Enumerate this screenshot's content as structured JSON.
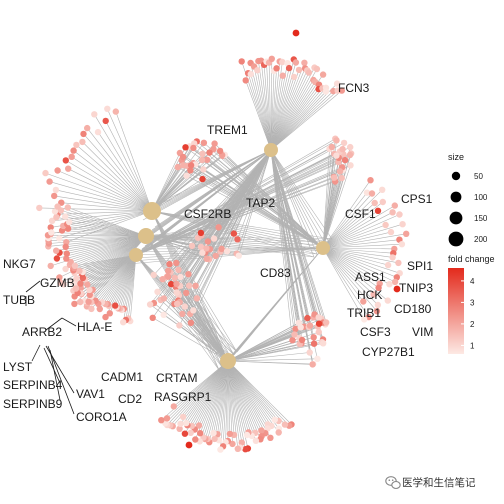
{
  "chart_data": {
    "type": "network",
    "hubs": [
      {
        "id": "h1",
        "leaves": 42
      },
      {
        "id": "h2",
        "leaves": 26
      },
      {
        "id": "h3",
        "leaves": 44
      },
      {
        "id": "h4",
        "leaves": 34
      },
      {
        "id": "h5",
        "leaves": 60
      },
      {
        "id": "h6",
        "leaves": 40
      }
    ],
    "gene_labels": [
      "FCN3",
      "TREM1",
      "CSF2RB",
      "TAP2",
      "CPS1",
      "CSF1",
      "SPI1",
      "ASS1",
      "TNIP3",
      "HCK",
      "CD180",
      "TRIB1",
      "CSF3",
      "VIM",
      "CYP27B1",
      "CD83",
      "NKG7",
      "GZMB",
      "TUBB",
      "ARRB2",
      "HLA-E",
      "LYST",
      "SERPINB4",
      "SERPINB9",
      "VAV1",
      "CORO1A",
      "CADM1",
      "CD2",
      "CRTAM",
      "RASGRP1"
    ],
    "size_legend": {
      "title": "size",
      "values": [
        50,
        100,
        150,
        200
      ]
    },
    "color_legend": {
      "title": "fold change",
      "ticks": [
        1,
        2,
        3,
        4
      ],
      "low_color": "#fde9e4",
      "high_color": "#e32a1c"
    },
    "hub_color": "#dcc08a",
    "edge_color": "#b3b3b3"
  },
  "watermark": {
    "text": "医学和生信笔记",
    "icon": "wechat-icon"
  }
}
